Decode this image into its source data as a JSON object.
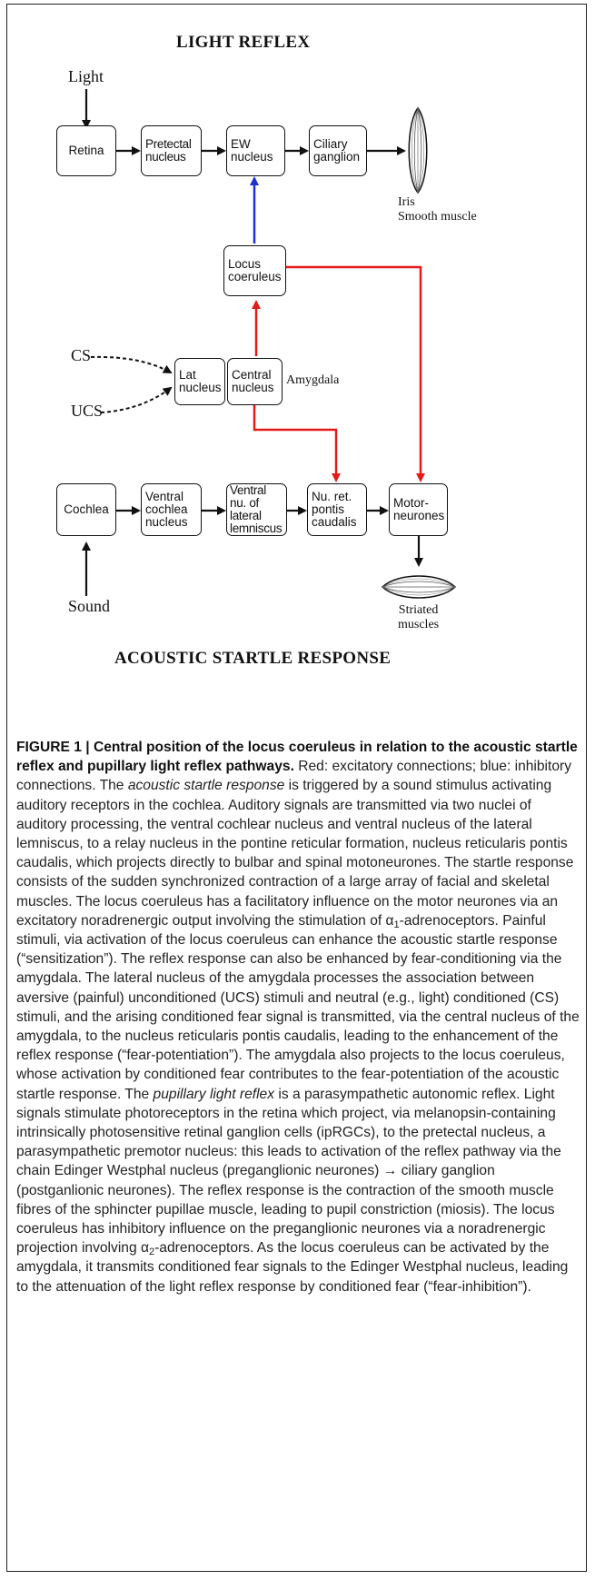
{
  "figure": {
    "top_title": "LIGHT REFLEX",
    "bottom_title": "ACOUSTIC STARTLE RESPONSE",
    "labels": {
      "light": "Light",
      "sound": "Sound",
      "cs": "CS",
      "ucs": "UCS",
      "amygdala": "Amygdala",
      "iris_line1": "Iris",
      "iris_line2": "Smooth muscle",
      "striated_line1": "Striated",
      "striated_line2": "muscles"
    },
    "boxes": {
      "retina": "Retina",
      "pretectal": "Pretectal nucleus",
      "ew": "EW nucleus",
      "ciliary": "Ciliary ganglion",
      "locus": "Locus coeruleus",
      "lat": "Lat nucleus",
      "central": "Central nucleus",
      "cochlea": "Cochlea",
      "ventral_cochlea": "Ventral cochlea nucleus",
      "ventral_nu": "Ventral nu. of lateral lemniscus",
      "nu_ret": "Nu. ret. pontis caudalis",
      "motor": "Motor-neurones"
    },
    "colors": {
      "excitatory": "#e31b1b",
      "inhibitory": "#1f2fd0",
      "neutral": "#111111"
    }
  },
  "caption": {
    "lead": "FIGURE 1 | Central position of the locus coeruleus in relation to the acoustic startle reflex and pupillary light reflex pathways.",
    "p1": " Red: excitatory connections; blue: inhibitory connections. The ",
    "p1_ital": "acoustic startle response",
    "p2": " is triggered by a sound stimulus activating auditory receptors in the cochlea. Auditory signals are transmitted via two nuclei of auditory processing, the ventral cochlear nucleus and ventral nucleus of the lateral lemniscus, to a relay nucleus in the pontine reticular formation, nucleus reticularis pontis caudalis, which projects directly to bulbar and spinal motoneurones. The startle response consists of the sudden synchronized contraction of a large array of facial and skeletal muscles. The locus coeruleus has a facilitatory influence on the motor neurones via an excitatory noradrenergic output involving the stimulation of ",
    "alpha1": "α",
    "alpha1_sub": "1",
    "p3": "-adrenoceptors. Painful stimuli, via activation of the locus coeruleus can enhance the acoustic startle response (“sensitization”). The reflex response can also be enhanced by fear-conditioning via the amygdala. The lateral nucleus of the amygdala processes the association between aversive (painful) unconditioned (UCS) stimuli and neutral (e.g., light) conditioned (CS) stimuli, and the arising conditioned fear signal is transmitted, via the central nucleus of the amygdala, to the nucleus reticularis pontis caudalis, leading to the enhancement of the reflex response (“fear-potentiation”). The amygdala also projects to the locus coeruleus, whose activation by conditioned fear contributes to the fear-potentiation of the acoustic startle response. The ",
    "p3_ital": "pupillary light reflex",
    "p4": " is a parasympathetic autonomic reflex. Light signals stimulate photoreceptors in the retina which project, via melanopsin-containing intrinsically photosensitive retinal ganglion cells (ipRGCs), to the pretectal nucleus, a parasympathetic premotor nucleus: this leads to activation of the reflex pathway via the chain Edinger Westphal nucleus (preganglionic neurones) → ciliary ganglion (postganlionic neurones). The reflex response is the contraction of the smooth muscle fibres of the sphincter pupillae muscle, leading to pupil constriction (miosis). The locus coeruleus has inhibitory influence on the preganglionic neurones via a noradrenergic projection involving ",
    "alpha2": "α",
    "alpha2_sub": "2",
    "p5": "-adrenoceptors. As the locus coeruleus can be activated by the amygdala, it transmits conditioned fear signals to the Edinger Westphal nucleus, leading to the attenuation of the light reflex response by conditioned fear (“fear-inhibition”)."
  }
}
